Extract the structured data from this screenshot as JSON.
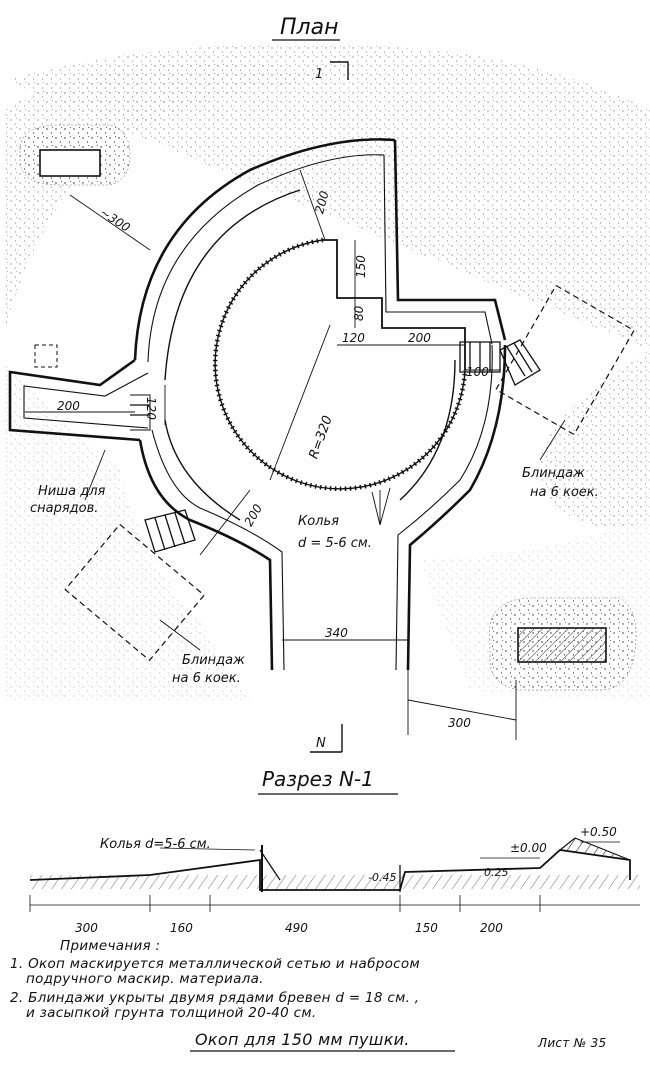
{
  "plan": {
    "title": "План",
    "section_marker": "1",
    "north_label": "N",
    "dimensions": {
      "d_300_top": "~300",
      "d_200_a": "200",
      "d_150": "150",
      "d_80": "80",
      "d_120_a": "120",
      "d_200_b": "200",
      "d_100": "100",
      "d_200_niche": "200",
      "d_120_b": "120",
      "d_radius": "R=320",
      "d_200_c": "200",
      "d_340": "340",
      "d_300_bottom": "300"
    },
    "labels": {
      "niche_line1": "Ниша для",
      "niche_line2": "снарядов.",
      "dugout_right_line1": "Блиндаж",
      "dugout_right_line2": "на 6 коек.",
      "dugout_left_line1": "Блиндаж",
      "dugout_left_line2": "на 6 коек.",
      "stakes_line1": "Колья",
      "stakes_line2": "d = 5-6 см."
    }
  },
  "section": {
    "title": "Разрез N-1",
    "stakes_label": "Колья d=5-6 см.",
    "elev_minus_045": "-0.45",
    "elev_minus_025": "0.25",
    "elev_zero": "±0.00",
    "elev_plus": "+0.50",
    "dims": [
      "300",
      "160",
      "490",
      "150",
      "200"
    ]
  },
  "notes": {
    "heading": "Примечания :",
    "line1": "1. Окоп маскируется металлической сетью и набросом",
    "line1b": "подручного маскир. материала.",
    "line2": "2. Блиндажи укрыты двумя рядами бревен d = 18 см. ,",
    "line2b": "и засыпкой грунта толщиной 20-40 см."
  },
  "footer": {
    "title": "Окоп для 150 мм пушки.",
    "sheet": "Лист № 35"
  }
}
